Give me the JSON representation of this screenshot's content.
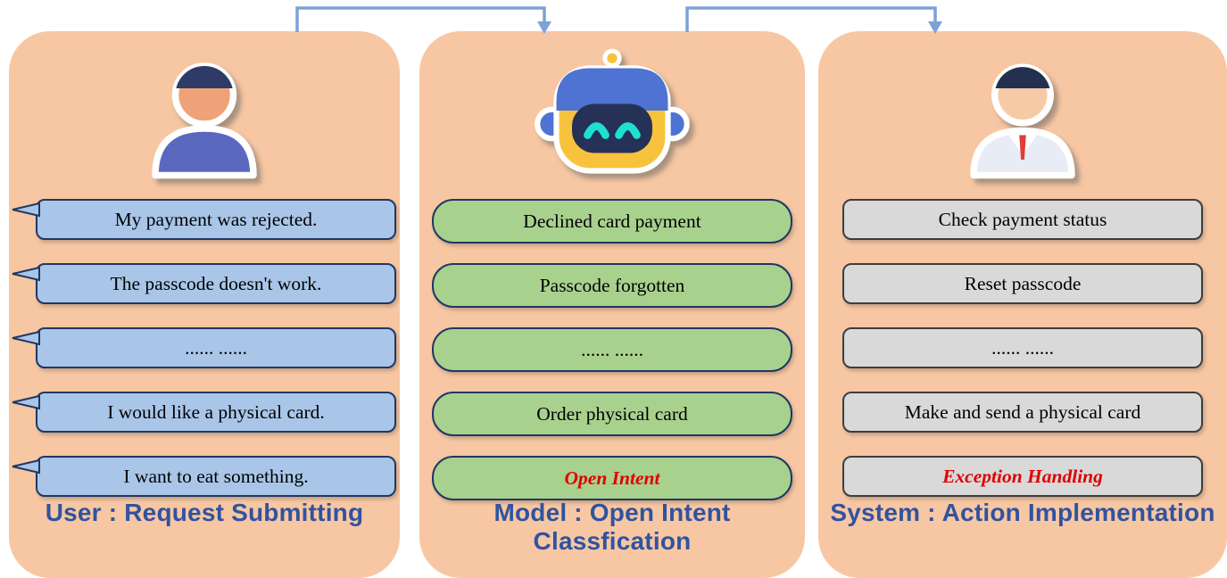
{
  "figure": {
    "description_flow": [
      "user-to-model-arrow",
      "model-to-system-arrow"
    ]
  },
  "colors": {
    "panel_bg": "#f7c7a3",
    "user_bubble": "#a9c6e8",
    "intent_pill": "#a9d18e",
    "action_box": "#d9d9d9",
    "border_navy": "#1f3864",
    "title_blue": "#31539f",
    "highlight_red": "#e00000",
    "arrow_blue": "#7da2d8"
  },
  "panels": [
    {
      "id": "user",
      "icon": "user-avatar-icon",
      "title": "User : Request Submitting",
      "items": [
        "My payment was rejected.",
        "The passcode doesn't work.",
        "...... ......",
        "I would like a physical card.",
        "I want to eat something."
      ]
    },
    {
      "id": "model",
      "icon": "robot-icon",
      "title": "Model : Open Intent Classfication",
      "items": [
        "Declined card payment",
        "Passcode forgotten",
        "...... ......",
        "Order physical card",
        "Open Intent"
      ],
      "highlighted_item": "Open Intent"
    },
    {
      "id": "system",
      "icon": "businessman-icon",
      "title": "System : Action Implementation",
      "items": [
        "Check payment status",
        "Reset passcode",
        "...... ......",
        "Make and send a physical card",
        "Exception Handling"
      ],
      "highlighted_item": "Exception Handling"
    }
  ]
}
